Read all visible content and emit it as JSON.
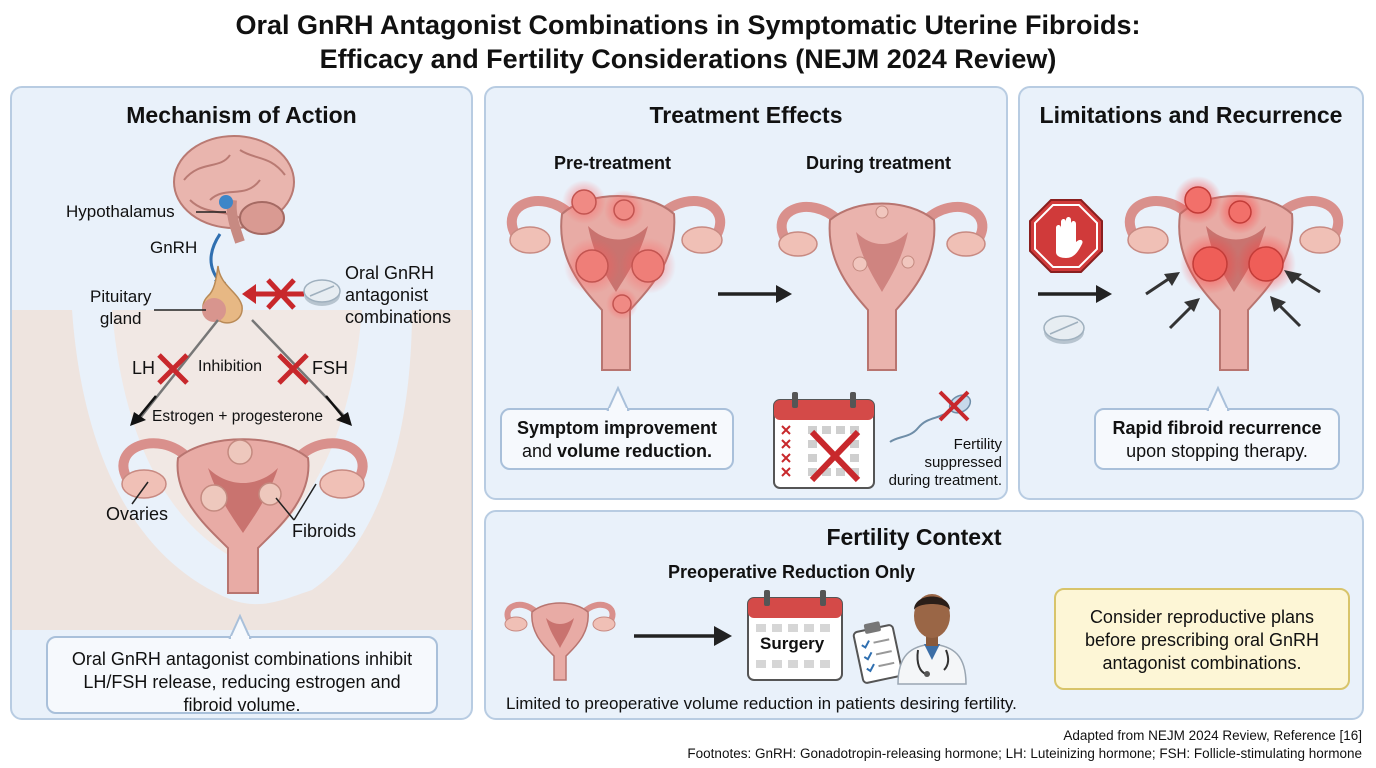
{
  "title": {
    "line1": "Oral GnRH Antagonist Combinations in Symptomatic Uterine Fibroids:",
    "line2": "Efficacy and Fertility Considerations (NEJM 2024 Review)"
  },
  "mechanism": {
    "title": "Mechanism of Action",
    "hypothalamus": "Hypothalamus",
    "gnrh": "GnRH",
    "pituitary": "Pituitary\ngland",
    "drug": "Oral GnRH\nantagonist\ncombinations",
    "lh": "LH",
    "inhibition": "Inhibition",
    "fsh": "FSH",
    "hormones": "Estrogen + progesterone",
    "ovaries": "Ovaries",
    "fibroids": "Fibroids",
    "summary": "Oral GnRH antagonist combinations inhibit LH/FSH release, reducing estrogen and fibroid volume."
  },
  "treatment": {
    "title": "Treatment Effects",
    "pre": "Pre-treatment",
    "during": "During treatment",
    "callout_plain1": "Symptom improvement",
    "callout_and": "and ",
    "callout_bold2": "volume reduction.",
    "fertility": "Fertility\nsuppressed\nduring treatment."
  },
  "limitations": {
    "title": "Limitations and Recurrence",
    "callout_bold": "Rapid fibroid recurrence",
    "callout_plain": "upon stopping therapy."
  },
  "fertility_context": {
    "title": "Fertility Context",
    "subtitle": "Preoperative Reduction Only",
    "surgery": "Surgery",
    "caption": "Limited to preoperative volume reduction in patients desiring fertility.",
    "note": "Consider reproductive plans before prescribing oral GnRH antagonist combinations."
  },
  "footer": {
    "source": "Adapted from NEJM 2024 Review, Reference [16]",
    "footnotes": "Footnotes: GnRH: Gonadotropin-releasing hormone; LH: Luteinizing hormone; FSH: Follicle-stimulating hormone"
  },
  "colors": {
    "panel_bg": "#e9f1fa",
    "panel_border": "#b8cce2",
    "uterus": "#e3a3a0",
    "fibroid": "#e8605c",
    "red_x": "#c8282c",
    "note_bg": "#fdf6d6",
    "note_border": "#d8c46a",
    "stop_red": "#d03a3a"
  }
}
